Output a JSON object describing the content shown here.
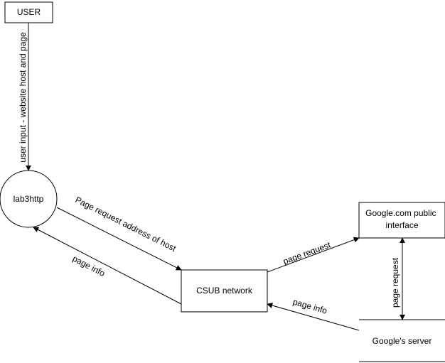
{
  "nodes": {
    "user": "USER",
    "process": "lab3http",
    "network": "CSUB network",
    "google_interface": [
      "Google.com public",
      "interface"
    ],
    "google_server": "Google's server"
  },
  "flows": {
    "user_input": "user input - website host and page",
    "page_request_address": "Page request address of host",
    "page_info_to_process": "page info",
    "page_request_to_google": "page request",
    "page_info_from_server": "page info",
    "page_request_vertical": "page request"
  }
}
